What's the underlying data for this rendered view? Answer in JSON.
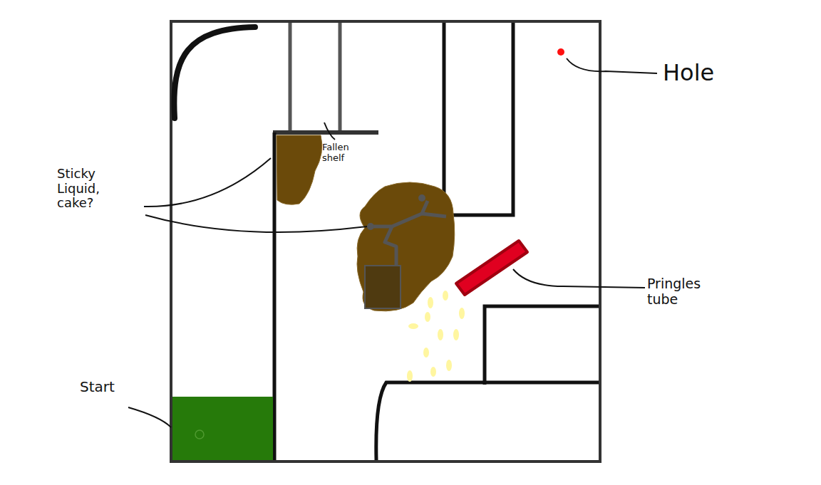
{
  "diagram": {
    "labels": [
      "Hole",
      "Fallen shelf",
      "Sticky Liquid, cake?",
      "Pringles tube",
      "Start"
    ]
  }
}
